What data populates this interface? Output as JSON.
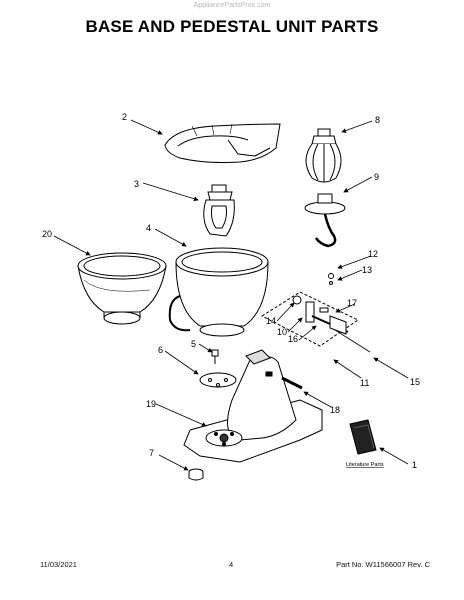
{
  "watermark": "AppliancePartsPros.com",
  "title": "BASE AND PEDESTAL UNIT PARTS",
  "callouts": {
    "p1": "1",
    "p2": "2",
    "p3": "3",
    "p4": "4",
    "p5": "5",
    "p6": "6",
    "p7": "7",
    "p8": "8",
    "p9": "9",
    "p10": "10",
    "p11": "11",
    "p12": "12",
    "p13": "13",
    "p14": "14",
    "p15": "15",
    "p16": "16",
    "p17": "17",
    "p18": "18",
    "p19": "19",
    "p20": "20"
  },
  "literature_label": "Literature Parts",
  "footer": {
    "date": "11/03/2021",
    "page": "4",
    "part_no": "Part No. W11566007  Rev. C"
  }
}
